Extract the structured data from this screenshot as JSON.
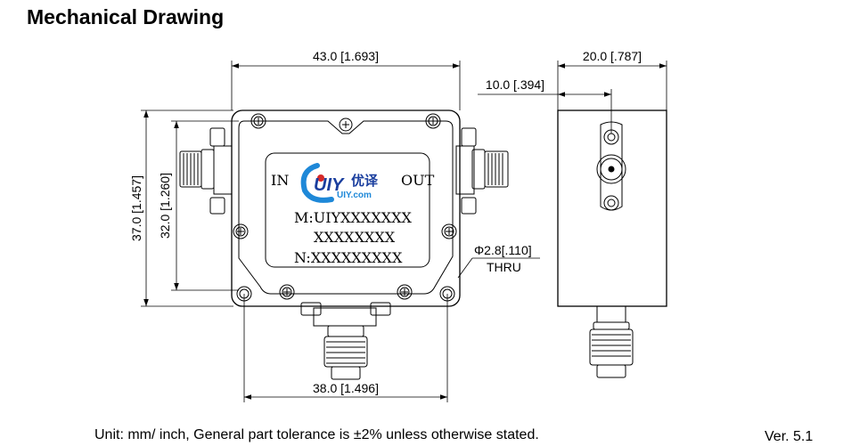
{
  "title": "Mechanical Drawing",
  "dimensions": {
    "overall_width": "43.0 [1.693]",
    "overall_height": "37.0 [1.457]",
    "inner_height": "32.0 [1.260]",
    "mount_spacing": "38.0 [1.496]",
    "side_depth": "20.0 [.787]",
    "side_connector_offset": "10.0 [.394]",
    "hole_diameter": "Φ2.8[.110]",
    "hole_note": "THRU"
  },
  "label_plate": {
    "in": "IN",
    "out": "OUT",
    "line1": "M:UIYXXXXXXX",
    "line2": "XXXXXXXX",
    "line3": "N:XXXXXXXXX"
  },
  "logo": {
    "brand_cn": "优译",
    "brand_url": "UIY.com",
    "brand_color": "#1a3e9e",
    "accent_color": "#1e88d8"
  },
  "footer": {
    "note": "Unit: mm/ inch, General part tolerance is ±2% unless otherwise stated.",
    "version": "Ver. 5.1"
  }
}
